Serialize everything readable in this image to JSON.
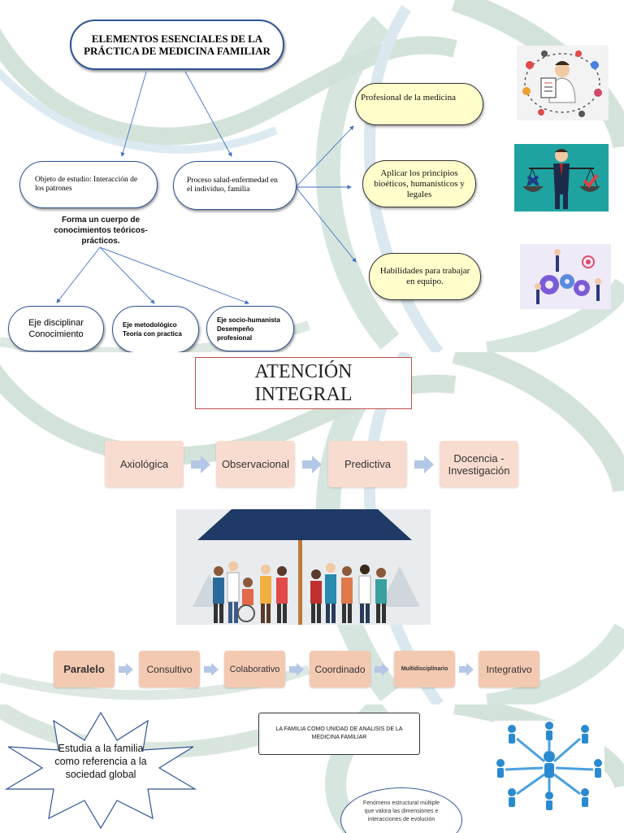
{
  "map": {
    "title": "ELEMENTOS ESENCIALES DE LA PRÁCTICA DE MEDICINA FAMILIAR",
    "objeto": "Objeto de estudio:  Interacción de los patrones",
    "proceso": "Proceso  salud-enfermedad en el individuo, familia",
    "forma": "Forma un cuerpo de conocimientos teóricos-prácticos.",
    "eje_disciplinar": "Eje disciplinar Conocimiento",
    "eje_metodologico": "Eje metodológico Teoría con practica",
    "eje_socio": "Eje socio-humanista Desempeño profesional",
    "profesional": "Profesional de la medicina",
    "aplicar": "Aplicar los principios bioéticos, humanísticos y legales",
    "habilidades": "Habilidades para trabajar en equipo."
  },
  "atencion": {
    "title": "ATENCIÓN INTEGRAL",
    "steps": [
      "Axiológica",
      "Observacional",
      "Predictiva",
      "Docencia - Investigación"
    ]
  },
  "levels": {
    "items": [
      "Paralelo",
      "Consultivo",
      "Colaborativo",
      "Coordinado",
      "Multidisciplinario",
      "Integrativo"
    ]
  },
  "familia": {
    "star_text": "Estudia a la familia como referencia a la sociedad global",
    "box_text": "LA FAMILIA COMO UNIDAD DE ANALISIS DE LA MEDICINA FAMILIAR",
    "oval_text": "Fenómeno estructural múltiple que valora las dimensiones e interacciones de evolución"
  },
  "colors": {
    "pill_border": "#2f5496",
    "yellow_fill": "#ffffcc",
    "step_fill": "#f9dcd0",
    "level_fill": "#f4c9b2",
    "arrow": "#b4c7e7",
    "swirl": "#c9dcd0"
  },
  "icons": [
    "doctor-icon",
    "justice-scale-icon",
    "teamwork-gears-icon",
    "community-umbrella-illustration",
    "network-people-icon"
  ]
}
